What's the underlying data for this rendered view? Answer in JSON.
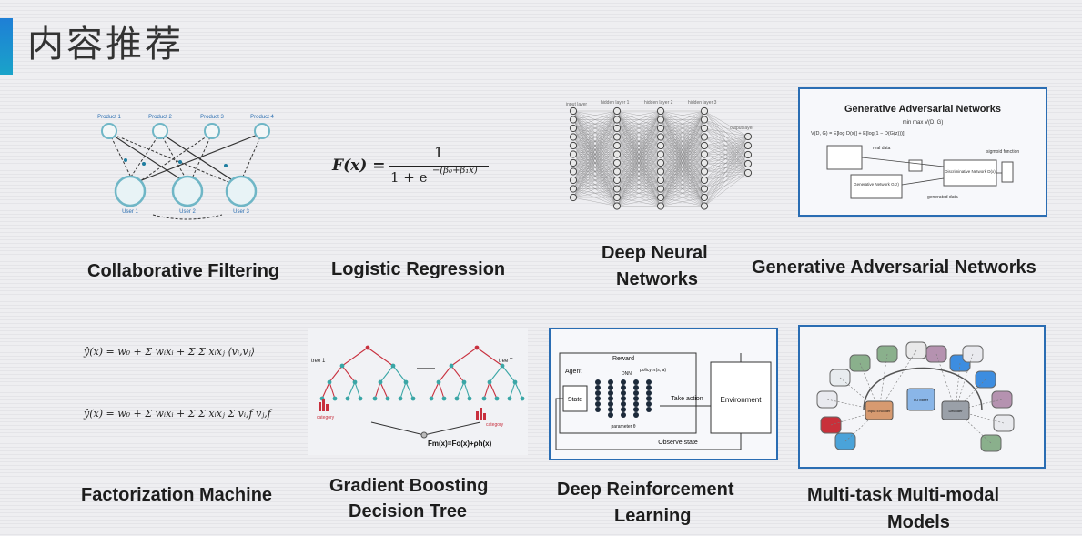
{
  "title": "内容推荐",
  "figures": {
    "cf": {
      "products": [
        "Product 1",
        "Product 2",
        "Product 3",
        "Product 4"
      ],
      "users": [
        "User 1",
        "User 2",
        "User 3"
      ]
    },
    "lr": {
      "lhs": "F(x) =",
      "numerator": "1",
      "denominator": "1 + e",
      "exponent": "−(β₀+β₁x)"
    },
    "dnn": {
      "input_label": "input layer",
      "hidden1": "hidden layer 1",
      "hidden2": "hidden layer 2",
      "hidden3": "hidden layer 3",
      "output_label": "output layer"
    },
    "gan": {
      "title": "Generative Adversarial Networks",
      "minmax": "min max V(D, G)",
      "equation": "V(D, G) = E[log D(x)] + E[log(1 − D(G(z)))]",
      "real_data": "real data",
      "generator": "Generative Network G(z)",
      "discriminator": "Discriminative Network D(x)",
      "generated_data": "generated data",
      "sigmoid": "sigmoid function"
    },
    "fm": {
      "eq1": "ŷ(x) = w₀ + Σ wᵢxᵢ + Σ Σ xᵢxⱼ ⟨vᵢ,vⱼ⟩",
      "eq2": "ŷ(x) = w₀ + Σ wᵢxᵢ + Σ Σ xᵢxⱼ Σ vᵢ,f vⱼ,f"
    },
    "gbdt": {
      "tree1": "tree 1",
      "tree2": "tree T",
      "category1": "category",
      "category2": "category",
      "formula": "Fm(x)=Fo(x)+ρh(x)"
    },
    "drl": {
      "reward": "Reward",
      "agent": "Agent",
      "dnn": "DNN",
      "policy": "policy π(s, a)",
      "state": "State",
      "parameter": "parameter θ",
      "take_action": "Take action",
      "environment": "Environment",
      "observe_state": "Observe state"
    },
    "mtmm": {
      "input_encoder": "Input Encoder",
      "io_mixer": "I/O Mixer",
      "decoder": "Decoder"
    }
  },
  "captions": {
    "cf": "Collaborative Filtering",
    "lr": "Logistic Regression",
    "dnn_1": "Deep Neural",
    "dnn_2": "Networks",
    "gan": "Generative Adversarial Networks",
    "fm": "Factorization Machine",
    "gbdt_1": "Gradient Boosting",
    "gbdt_2": "Decision Tree",
    "drl_1": "Deep Reinforcement",
    "drl_2": "Learning",
    "mtmm_1": "Multi-task Multi-modal",
    "mtmm_2": "Models"
  },
  "colors": {
    "accent": "#1e7fd6",
    "frame_blue": "#2a6db3",
    "cf_teal": "#6fb6c6",
    "gbdt_red": "#c8303e",
    "gbdt_teal": "#3aa6a6"
  }
}
